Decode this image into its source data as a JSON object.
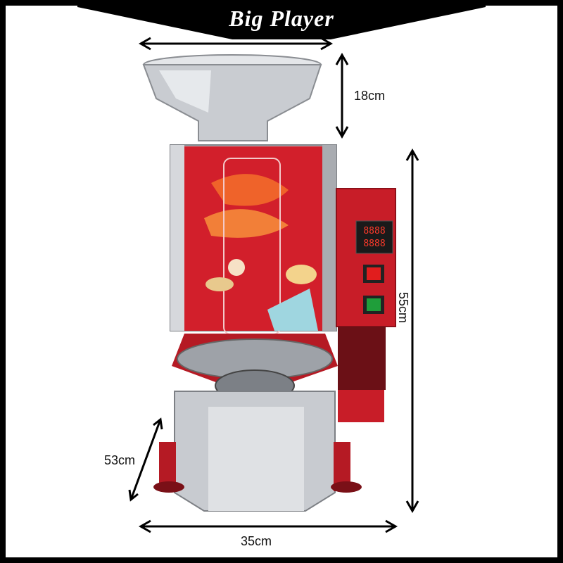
{
  "brand": {
    "title": "Big Player"
  },
  "dimensions": {
    "hopper_height": "18cm",
    "depth": "53cm",
    "width": "35cm",
    "height": "55cm"
  },
  "machine": {
    "display_top": "8888",
    "display_bottom": "8888"
  },
  "colors": {
    "frame": "#000000",
    "body_red": "#d21f2b",
    "steel": "#c8cbd0",
    "switch_red": "#e11d1d",
    "switch_green": "#1f9e3a"
  }
}
